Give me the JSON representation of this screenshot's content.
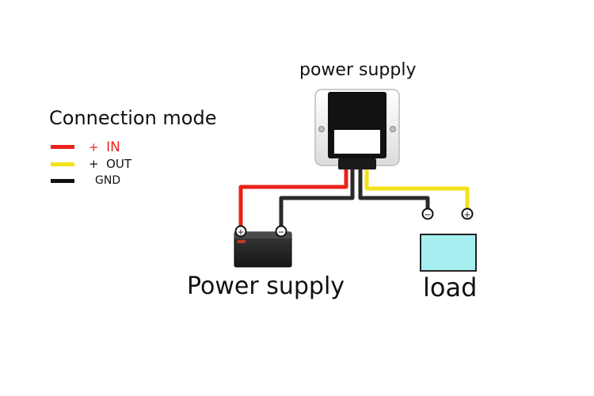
{
  "diagram": {
    "title": "power supply",
    "legend": {
      "title": "Connection mode",
      "items": [
        {
          "sign": "+",
          "label": "IN",
          "color": "#e8231b",
          "text_color": "#e8231b"
        },
        {
          "sign": "+",
          "label": "OUT",
          "color": "#f3e21a",
          "text_color": "#111111"
        },
        {
          "sign": "",
          "label": "GND",
          "color": "#111111",
          "text_color": "#111111"
        }
      ]
    },
    "battery_label": "Power supply",
    "load_label": "load",
    "terminals": {
      "plus": "+",
      "minus": "−"
    },
    "colors": {
      "wire_red": "#e8231b",
      "wire_yellow": "#f3e21a",
      "wire_black": "#2a2a2a",
      "load_fill": "#a7eef0",
      "battery_fill": "#2b2b2b"
    }
  }
}
